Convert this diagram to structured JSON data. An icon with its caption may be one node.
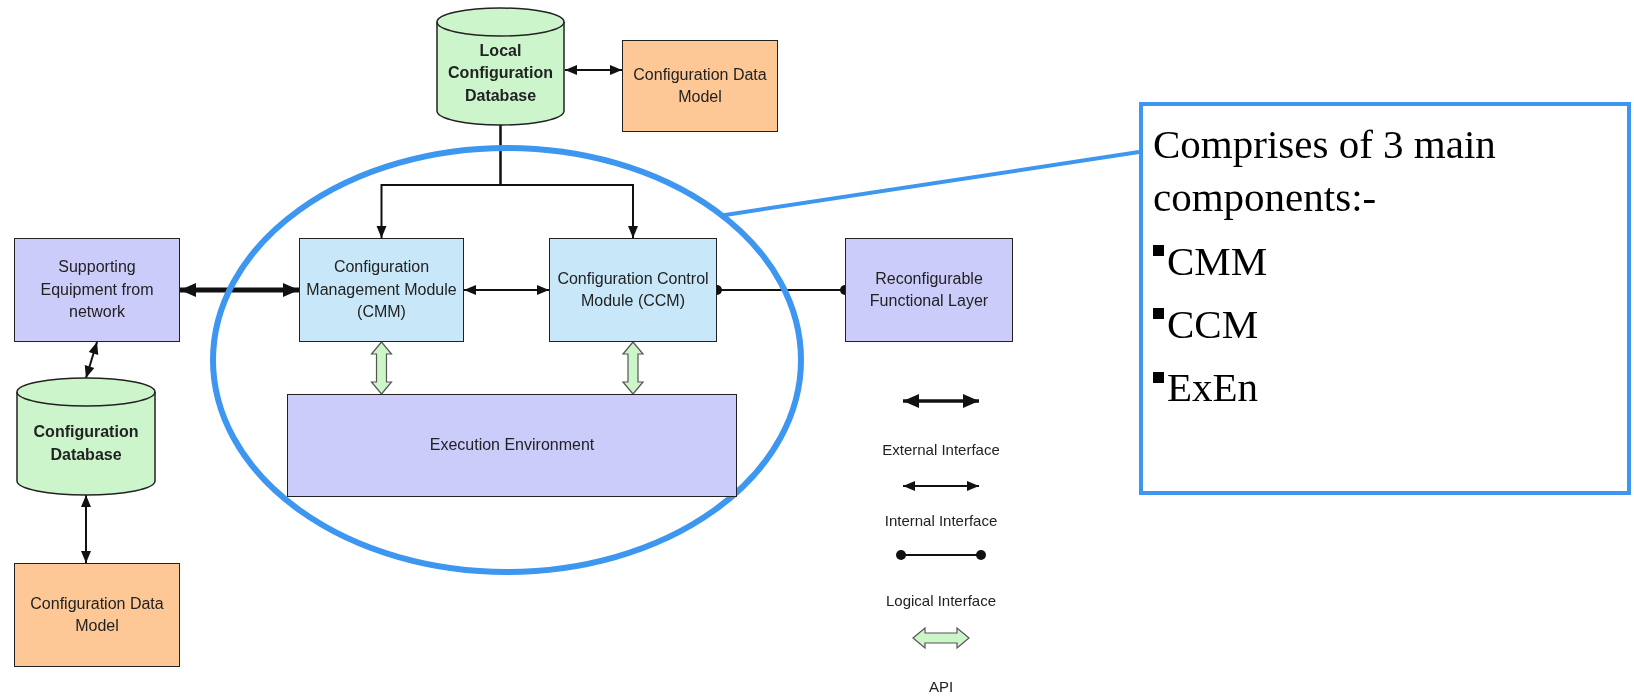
{
  "diagram": {
    "nodes": [
      {
        "text": [
          "Local Configuration Database"
        ]
      },
      {
        "text": [
          "Configuration Data Model"
        ]
      },
      {
        "text": [
          "Comprises of 3 main components:-",
          "CMM",
          "CCM",
          "ExEn"
        ]
      },
      {
        "text": [
          "Supporting Equipment from network"
        ]
      },
      {
        "text": [],
        "shape": "ellipse"
      },
      {
        "text": [
          "Configuration Management Module (CMM)"
        ],
        "in": 4
      },
      {
        "text": [
          "Configuration Control Module (CCM)"
        ],
        "in": 4
      },
      {
        "text": [
          "Reconfigurable Functional Layer"
        ]
      },
      {
        "text": [
          "Configuration Database"
        ]
      },
      {
        "text": [
          "Execution Environment"
        ],
        "in": 4
      },
      {
        "text": [
          "Configuration Data Model"
        ]
      }
    ],
    "edges": [
      {
        "from": 0,
        "to": 1,
        "arrow": "both"
      },
      {
        "from": 0,
        "to": 5,
        "arrow": "to"
      },
      {
        "from": 0,
        "to": 6,
        "arrow": "to"
      },
      {
        "from": 3,
        "to": 5,
        "arrow": "both",
        "style": "thick"
      },
      {
        "from": 5,
        "to": 6,
        "arrow": "both"
      },
      {
        "from": 6,
        "to": 7,
        "arrow": "other"
      },
      {
        "from": 5,
        "to": 9,
        "arrow": "both",
        "style": "thick",
        "color": "#ccf5c8"
      },
      {
        "from": 6,
        "to": 9,
        "arrow": "both",
        "style": "thick",
        "color": "#ccf5c8"
      },
      {
        "from": 3,
        "to": 8,
        "arrow": "both"
      },
      {
        "from": 8,
        "to": 10,
        "arrow": "both"
      },
      {
        "from": 2,
        "to": 4,
        "arrow": "none",
        "color": "#3d96f0"
      }
    ],
    "legend": [
      {
        "text": "External Interface"
      },
      {
        "text": "Internal Interface"
      },
      {
        "text": "Logical Interface"
      },
      {
        "text": "API"
      }
    ]
  }
}
